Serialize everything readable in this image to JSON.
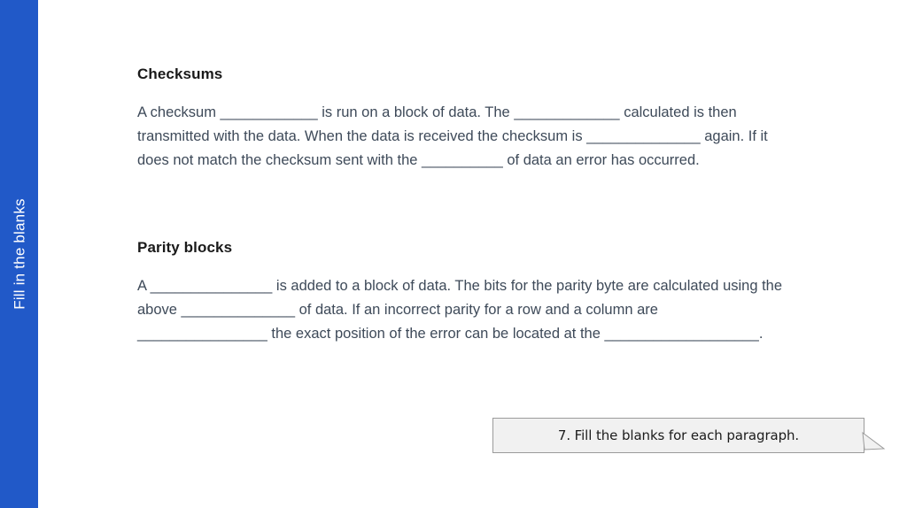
{
  "slide": {
    "side_band": {
      "label": "Fill in the blanks",
      "color": "#2159c8",
      "text_color": "#ffffff"
    },
    "sections": [
      {
        "heading": "Checksums",
        "body": "A checksum ____________ is run on a block of data. The _____________ calculated is then transmitted with the data. When the data is received the checksum is ______________  again. If it does not match the checksum sent with the __________ of data an error has occurred."
      },
      {
        "heading": "Parity blocks",
        "body": "A _______________ is added to a block of data. The bits for the parity byte are calculated using the above ______________ of data. If an incorrect parity for a row and a column are ________________ the exact position of the error can be located at the ___________________."
      }
    ],
    "callout": {
      "text": "7. Fill the blanks for each paragraph.",
      "background": "#f1f1f1",
      "border_color": "#9b9b9b",
      "tail_icon": "speech-bubble-tail"
    },
    "body_text_color": "#3e4a59",
    "heading_text_color": "#1a1a1a",
    "background": "#ffffff"
  }
}
